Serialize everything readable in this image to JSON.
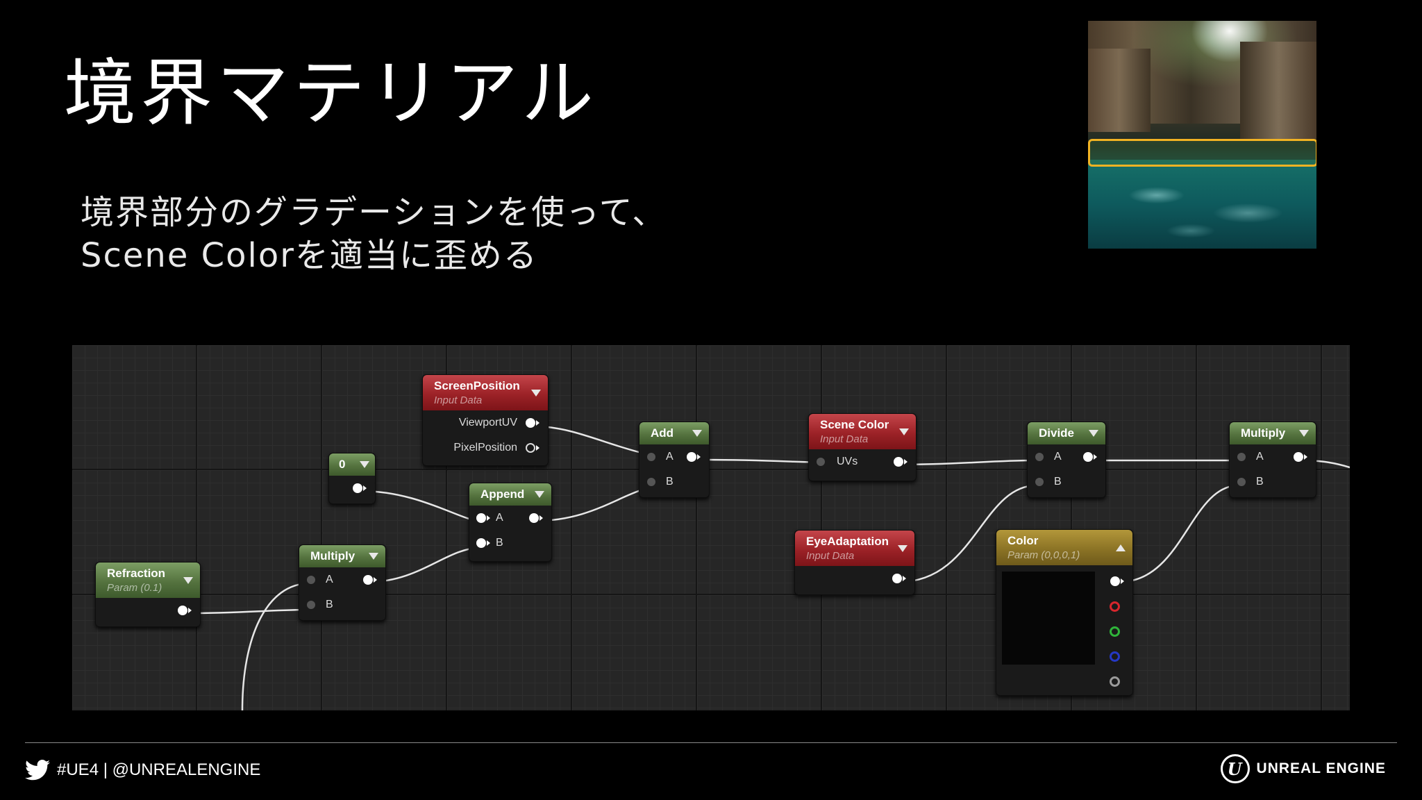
{
  "slide": {
    "title": "境界マテリアル",
    "body_line1": "境界部分のグラデーションを使って、",
    "body_line2": "Scene Colorを適当に歪める"
  },
  "graph": {
    "nodes": {
      "screenposition": {
        "title": "ScreenPosition",
        "subtitle": "Input Data",
        "pins": [
          "ViewportUV",
          "PixelPosition"
        ]
      },
      "constant": {
        "title": "0"
      },
      "append": {
        "title": "Append",
        "pin_a": "A",
        "pin_b": "B"
      },
      "add": {
        "title": "Add",
        "pin_a": "A",
        "pin_b": "B"
      },
      "scenecolor": {
        "title": "Scene Color",
        "subtitle": "Input Data",
        "pin": "UVs"
      },
      "eyeadaptation": {
        "title": "EyeAdaptation",
        "subtitle": "Input Data"
      },
      "divide": {
        "title": "Divide",
        "pin_a": "A",
        "pin_b": "B"
      },
      "color": {
        "title": "Color",
        "subtitle": "Param (0,0,0,1)"
      },
      "multiply_right": {
        "title": "Multiply",
        "pin_a": "A",
        "pin_b": "B"
      },
      "refraction": {
        "title": "Refraction",
        "subtitle": "Param (0.1)"
      },
      "multiply_left": {
        "title": "Multiply",
        "pin_a": "A",
        "pin_b": "B"
      }
    },
    "colors": {
      "constant_header": "#55733f",
      "input_header": "#9c2227",
      "param_header": "#8b7325"
    }
  },
  "footer": {
    "twitter_text": "#UE4 | @UNREALENGINE",
    "brand": "UNREAL ENGINE",
    "brand_icon": "unreal-logo-icon",
    "social_icon": "twitter-icon"
  }
}
